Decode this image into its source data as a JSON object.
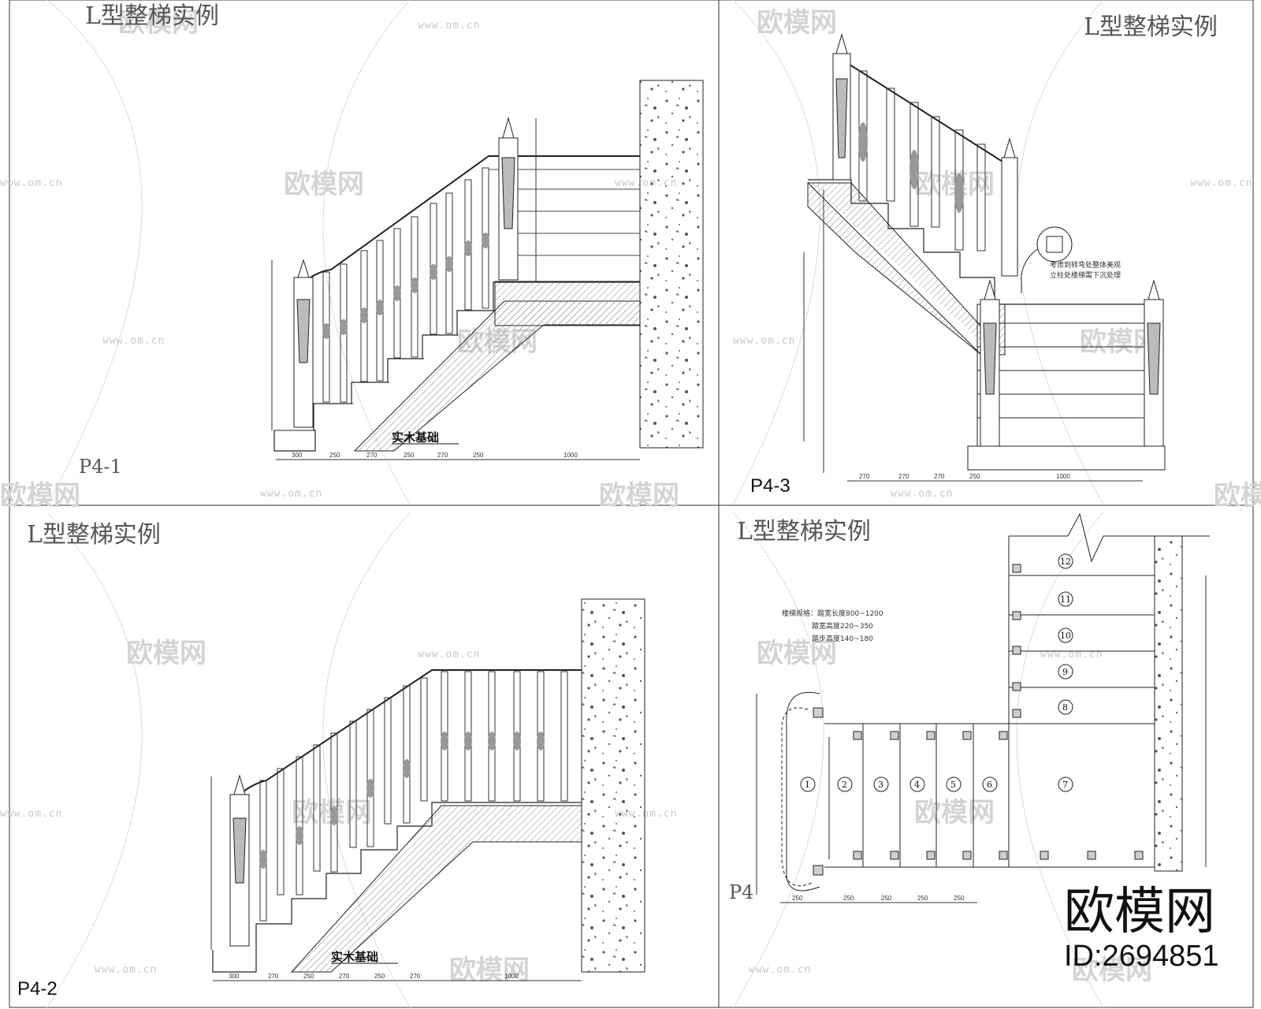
{
  "panels": {
    "tl": {
      "title": "L型整梯实例",
      "tag": "P4-1",
      "callout": "实木基础",
      "dims": [
        "300",
        "250",
        "270",
        "250",
        "270",
        "250",
        "1000"
      ]
    },
    "tr": {
      "title": "L型整梯实例",
      "tag": "P4-3",
      "note_line1": "考虑到转弯处整体美观",
      "note_line2": "立柱处楼梯需下沉处理",
      "dims": [
        "270",
        "270",
        "270",
        "250",
        "1000"
      ]
    },
    "bl": {
      "title": "L型整梯实例",
      "tag": "P4-2",
      "callout": "实木基础",
      "dims": [
        "300",
        "270",
        "250",
        "270",
        "250",
        "270",
        "1000"
      ]
    },
    "br": {
      "title": "L型整梯实例",
      "tag": "P4",
      "spec_line1": "楼梯规格：踏宽长度800~1200",
      "spec_line2": "踏宽高度220~350",
      "spec_line3": "踏步高度140~180",
      "steps_bottom": [
        "1",
        "2",
        "3",
        "4",
        "5",
        "6",
        "7"
      ],
      "steps_right": [
        "8",
        "9",
        "10",
        "11",
        "12"
      ],
      "dims": [
        "250",
        "250",
        "250",
        "250",
        "250"
      ]
    }
  },
  "watermark": {
    "site": "www.om.cn",
    "cn": "欧模网"
  },
  "brand": {
    "name": "欧模网",
    "id": "ID:2694851"
  },
  "colors": {
    "line": "#222222",
    "hatch": "#777777",
    "watermark": "#d2d2d2"
  }
}
